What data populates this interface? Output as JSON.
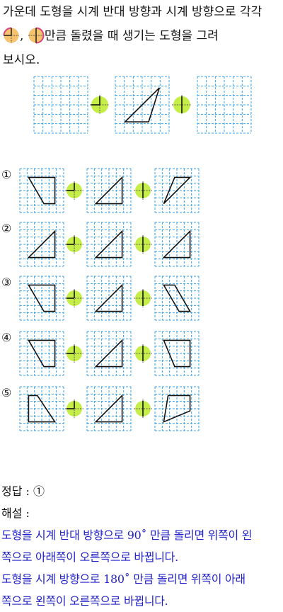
{
  "question": {
    "line1": "가운데 도형을 시계 반대 방향과 시계 방향으로 각각",
    "line2_sep": ",",
    "line2_rest": "만큼 돌렸을 때 생기는 도형을 그려",
    "line3": "보시오."
  },
  "choices": [
    {
      "marker": "①"
    },
    {
      "marker": "②"
    },
    {
      "marker": "③"
    },
    {
      "marker": "④"
    },
    {
      "marker": "⑤"
    }
  ],
  "answer": {
    "label": "정답 :",
    "value": "①",
    "explanation_label": "해설 :",
    "line1": "도형을 시계 반대 방향으로 90˚ 만큼 돌리면 위쪽이 왼",
    "line2": "쪽으로 아래쪽이 오른쪽으로 바뀝니다.",
    "line3": "도형을 시계 방향으로 180˚ 만큼 돌리면 위쪽이 아래",
    "line4": "쪽으로 왼쪽이 오른쪽으로 바뀝니다."
  },
  "colors": {
    "grid": "#3aa3e8",
    "green_circle": "#c6ee48",
    "orange_circle": "#f7c26e",
    "pink_edge": "#d8437d",
    "explanation_text": "#2222c8"
  },
  "icons": [
    "quarter-turn-ccw-icon",
    "half-turn-cw-icon"
  ]
}
